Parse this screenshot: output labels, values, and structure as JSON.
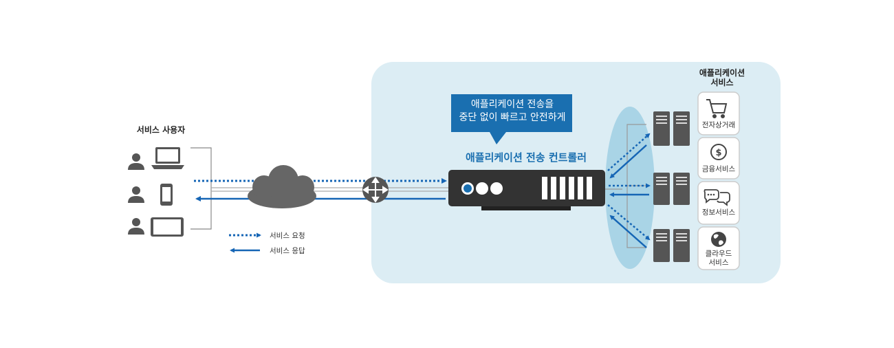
{
  "users": {
    "title": "서비스 사용자",
    "devices": [
      "laptop-icon",
      "smartphone-icon",
      "tablet-icon"
    ]
  },
  "legend": {
    "request": "서비스 요청",
    "response": "서비스 응답"
  },
  "bubble": {
    "line1": "애플리케이션 전송을",
    "line2": "중단 없이 빠르고 안전하게"
  },
  "controller": {
    "title": "애플리케이션 전송 컨트롤러"
  },
  "services": {
    "title_line1": "애플리케이션",
    "title_line2": "서비스",
    "items": [
      {
        "icon": "shopping-cart-icon",
        "label": "전자상거래"
      },
      {
        "icon": "dollar-coin-icon",
        "label": "금융서비스"
      },
      {
        "icon": "chat-bubbles-icon",
        "label": "정보서비스"
      },
      {
        "icon": "globe-icon",
        "label_line1": "클라우드",
        "label_line2": "서비스"
      }
    ]
  },
  "colors": {
    "panel": "#dcedf4",
    "ellipse": "#a9d4e6",
    "arrow_blue": "#1565b5",
    "device_dark": "#333333",
    "gray_icon": "#555555"
  }
}
